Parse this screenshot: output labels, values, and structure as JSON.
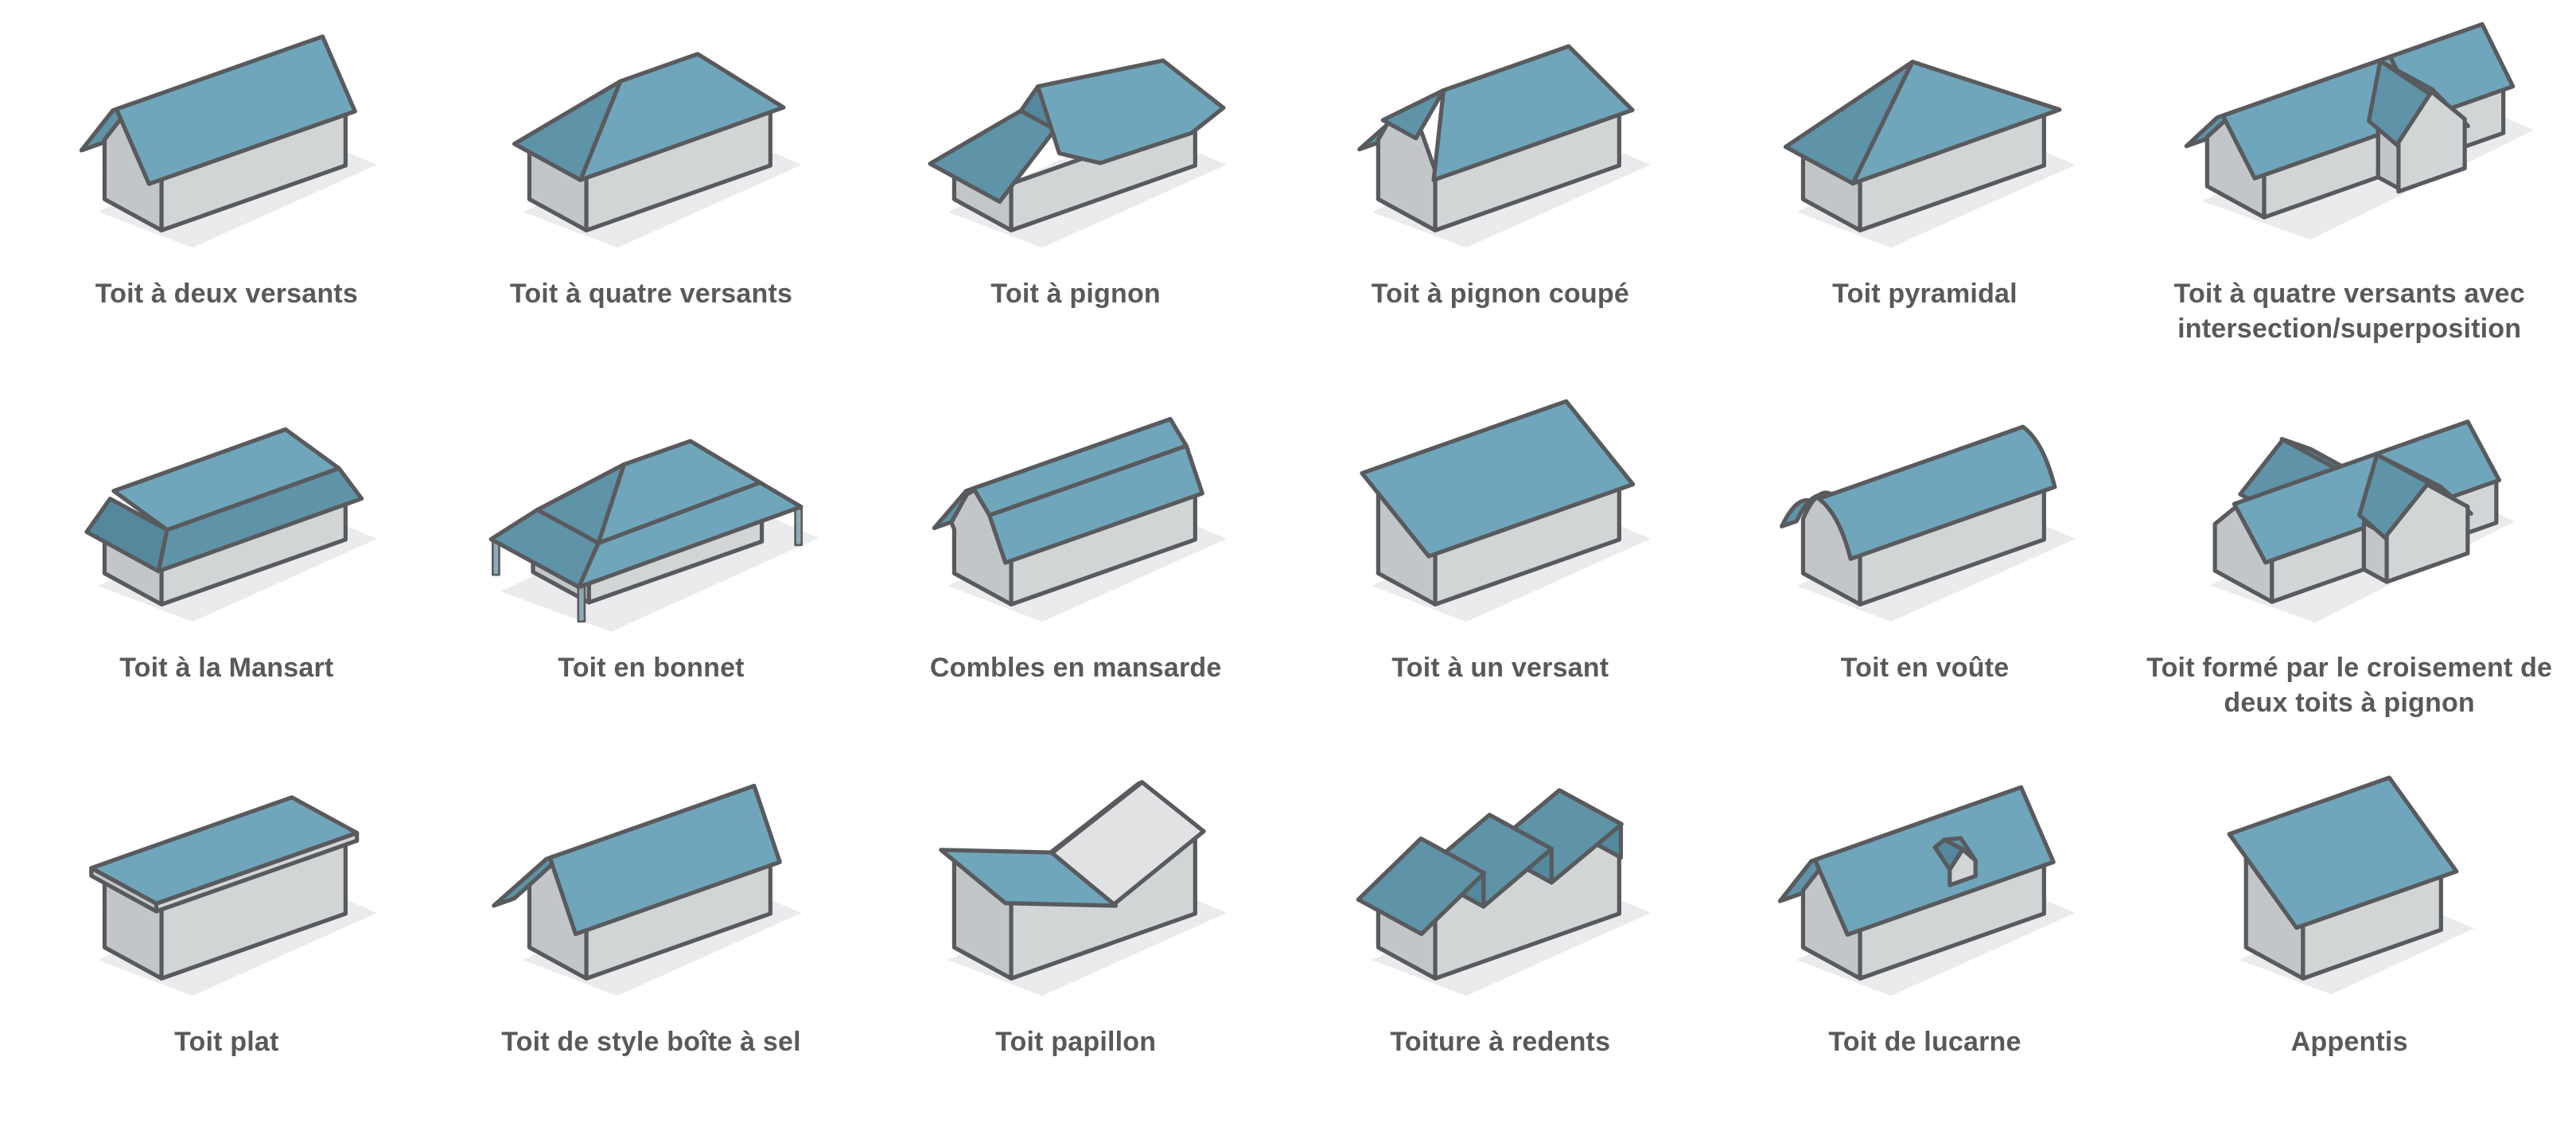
{
  "colors": {
    "background": "#FFFFFF",
    "roof_light": "#6FA6BB",
    "roof_dark": "#5E93A8",
    "roof_darker": "#54889D",
    "wall_light": "#D2D5D6",
    "wall_dark": "#C3C6C8",
    "outline": "#595A5D",
    "shadow": "#E9EBEC",
    "post": "#8FABB6",
    "panel_inner": "#E0E2E3",
    "label_text": "#58595B"
  },
  "items": [
    {
      "label": "Toit à deux versants",
      "shape": "deux_versants"
    },
    {
      "label": "Toit à quatre versants",
      "shape": "quatre_versants"
    },
    {
      "label": "Toit à pignon",
      "shape": "pignon"
    },
    {
      "label": "Toit à pignon coupé",
      "shape": "pignon_coupe"
    },
    {
      "label": "Toit pyramidal",
      "shape": "pyramidal"
    },
    {
      "label": "Toit à quatre versants avec intersection/superposition",
      "shape": "quatre_versants_intersection"
    },
    {
      "label": "Toit à la Mansart",
      "shape": "mansart"
    },
    {
      "label": "Toit en bonnet",
      "shape": "bonnet"
    },
    {
      "label": "Combles en mansarde",
      "shape": "combles_mansarde"
    },
    {
      "label": "Toit à un versant",
      "shape": "un_versant"
    },
    {
      "label": "Toit en voûte",
      "shape": "voute"
    },
    {
      "label": "Toit formé par le croisement de deux toits à pignon",
      "shape": "croisement_pignons"
    },
    {
      "label": "Toit plat",
      "shape": "plat"
    },
    {
      "label": "Toit de style boîte à sel",
      "shape": "boite_a_sel"
    },
    {
      "label": "Toit papillon",
      "shape": "papillon"
    },
    {
      "label": "Toiture à redents",
      "shape": "redents"
    },
    {
      "label": "Toit de lucarne",
      "shape": "lucarne"
    },
    {
      "label": "Appentis",
      "shape": "appentis"
    }
  ]
}
